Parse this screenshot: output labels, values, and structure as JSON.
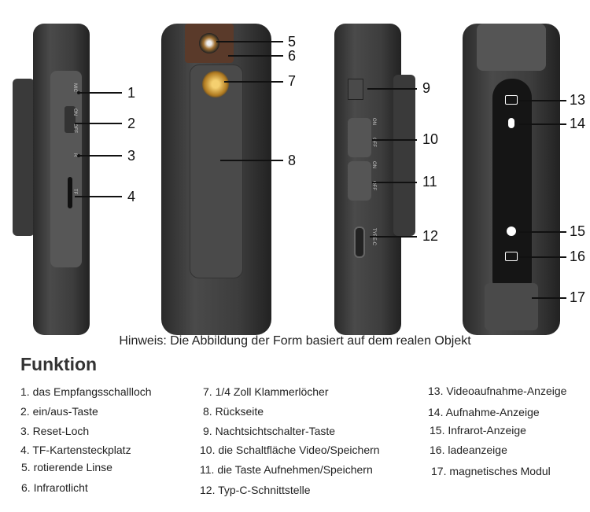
{
  "device_labels": {
    "mic": "MIC",
    "on": "ON",
    "off": "OFF",
    "reset": "R",
    "tf": "TF",
    "typec": "TYPE-C",
    "on2": "ON",
    "off2": "OFF",
    "on3": "ON",
    "off3": "OFF"
  },
  "callouts": [
    "1",
    "2",
    "3",
    "4",
    "5",
    "6",
    "7",
    "8",
    "9",
    "10",
    "11",
    "12",
    "13",
    "14",
    "15",
    "16",
    "17"
  ],
  "caption": "Hinweis: Die Abbildung der Form basiert auf dem realen Objekt",
  "heading": "Funktion",
  "functions": [
    "1. das Empfangsschallloch",
    "2. ein/aus-Taste",
    "3. Reset-Loch",
    "4. TF-Kartensteckplatz",
    "5. rotierende Linse",
    "6. Infrarotlicht",
    "7. 1/4 Zoll Klammerlöcher",
    "8. Rückseite",
    "9. Nachtsichtschalter-Taste",
    "10. die Schaltfläche Video/Speichern",
    "11. die Taste Aufnehmen/Speichern",
    "12. Typ-C-Schnittstelle",
    "13. Videoaufnahme-Anzeige",
    "14. Aufnahme-Anzeige",
    "15. Infrarot-Anzeige",
    "16. ladeanzeige",
    "17. magnetisches Modul"
  ]
}
